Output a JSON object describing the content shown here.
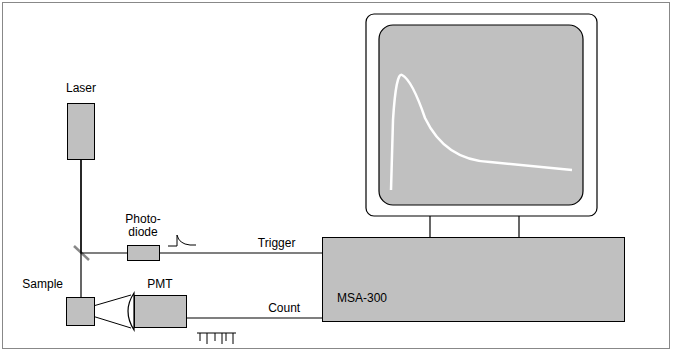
{
  "diagram": {
    "nodes": [
      {
        "text": [
          "Laser"
        ]
      },
      {
        "text": [
          "Photo- diode"
        ]
      },
      {
        "text": [
          "Sample"
        ]
      },
      {
        "text": [
          "PMT"
        ]
      },
      {
        "text": [
          "MSA-300"
        ]
      }
    ],
    "edges": [
      {
        "from": 0,
        "to": 2,
        "arrow": "none"
      },
      {
        "from": 0,
        "to": 1,
        "arrow": "none"
      },
      {
        "from": 1,
        "to": 4,
        "label": "Trigger",
        "arrow": "none"
      },
      {
        "from": 3,
        "to": 4,
        "label": "Count",
        "arrow": "none"
      }
    ]
  }
}
